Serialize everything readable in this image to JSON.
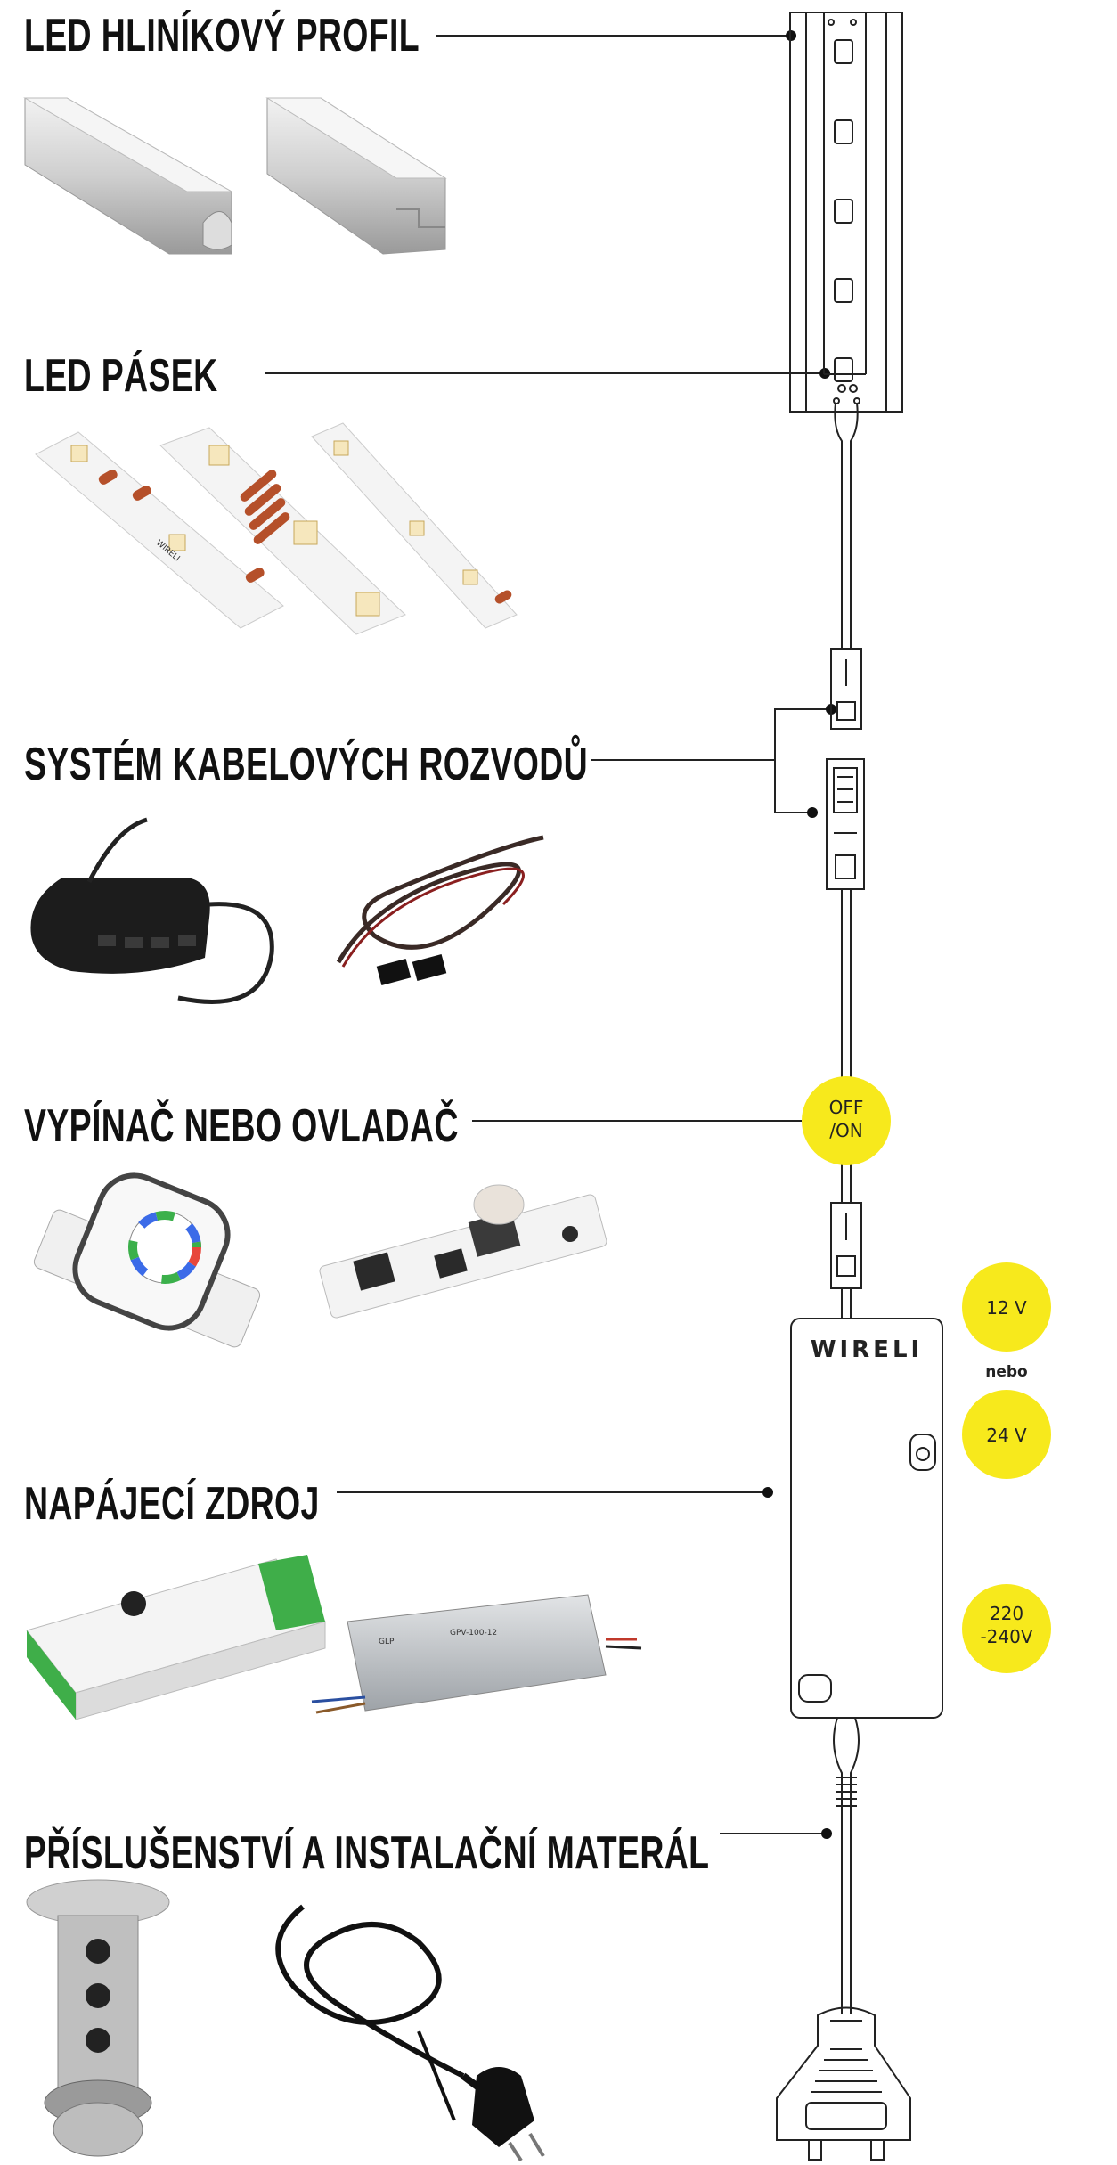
{
  "sections": [
    {
      "title": "LED HLINÍKOVÝ PROFIL"
    },
    {
      "title": "LED PÁSEK"
    },
    {
      "title": "SYSTÉM KABELOVÝCH ROZVODŮ"
    },
    {
      "title": "VYPÍNAČ NEBO OVLADAČ"
    },
    {
      "title": "NAPÁJECÍ ZDROJ"
    },
    {
      "title": "PŘÍSLUŠENSTVÍ A INSTALAČNÍ MATERÁL"
    }
  ],
  "switch_badge": {
    "line1": "OFF",
    "line2": "/ON"
  },
  "voltage": {
    "option1": "12 V",
    "separator": "nebo",
    "option2": "24 V",
    "input_line1": "220",
    "input_line2": "-240V"
  },
  "brand": "WIRELI",
  "strip_brand": "WIRELI",
  "psu_label": "GPV-100-12",
  "psu_brand": "GLP",
  "colors": {
    "badge_yellow": "#f7e91c",
    "profile_gray": "#d9d9d9",
    "psu_green": "#3fae49",
    "line": "#222222"
  }
}
